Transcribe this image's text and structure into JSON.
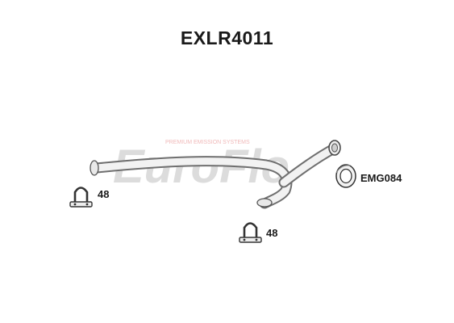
{
  "part_number": "EXLR4011",
  "watermark": {
    "brand": "EuroFlo",
    "tagline": "PREMIUM EMISSION SYSTEMS"
  },
  "components": [
    {
      "id": "clamp-1",
      "label": "48"
    },
    {
      "id": "clamp-2",
      "label": "48"
    },
    {
      "id": "gasket",
      "label": "EMG084"
    }
  ]
}
